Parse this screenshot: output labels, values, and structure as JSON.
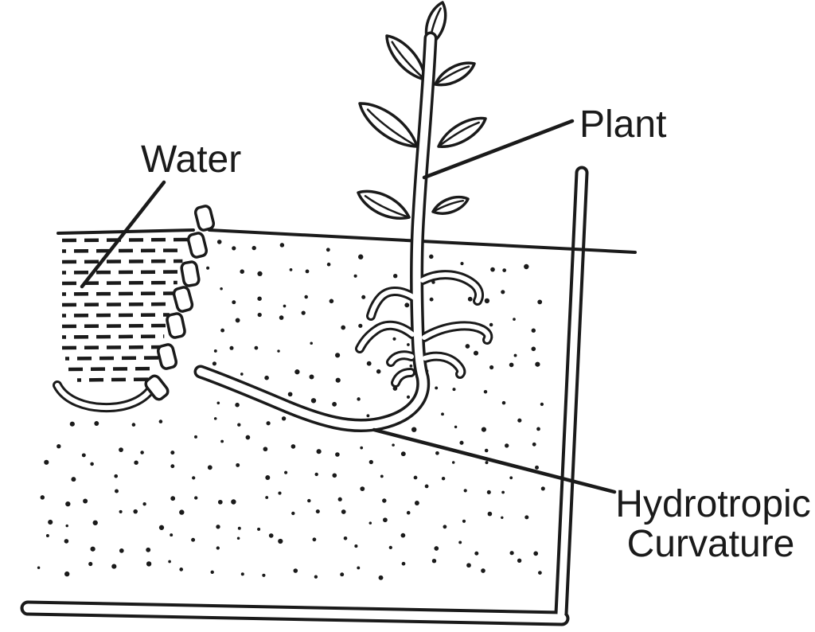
{
  "labels": {
    "water": "Water",
    "plant": "Plant",
    "hydrotropic_curvature_line1": "Hydrotropic",
    "hydrotropic_curvature_line2": "Curvature"
  },
  "colors": {
    "ink": "#1a1a1a",
    "paper": "#ffffff"
  }
}
